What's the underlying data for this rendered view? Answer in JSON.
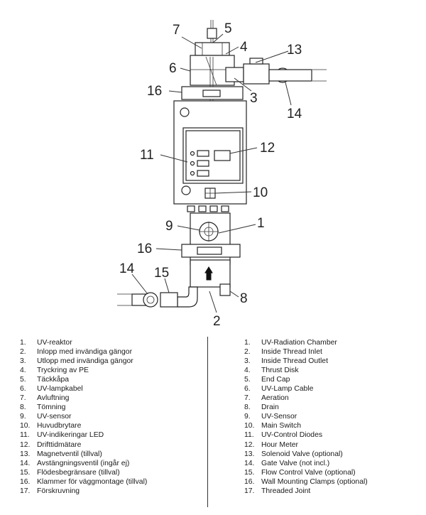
{
  "callouts": [
    {
      "id": "c7",
      "text": "7"
    },
    {
      "id": "c5",
      "text": "5"
    },
    {
      "id": "c4",
      "text": "4"
    },
    {
      "id": "c13",
      "text": "13"
    },
    {
      "id": "c6",
      "text": "6"
    },
    {
      "id": "c3",
      "text": "3"
    },
    {
      "id": "c16a",
      "text": "16"
    },
    {
      "id": "c14a",
      "text": "14"
    },
    {
      "id": "c11",
      "text": "11"
    },
    {
      "id": "c12",
      "text": "12"
    },
    {
      "id": "c10",
      "text": "10"
    },
    {
      "id": "c9",
      "text": "9"
    },
    {
      "id": "c1",
      "text": "1"
    },
    {
      "id": "c16b",
      "text": "16"
    },
    {
      "id": "c14b",
      "text": "14"
    },
    {
      "id": "c15",
      "text": "15"
    },
    {
      "id": "c8",
      "text": "8"
    },
    {
      "id": "c2",
      "text": "2"
    }
  ],
  "legend_swedish": [
    {
      "num": "1.",
      "label": "UV-reaktor"
    },
    {
      "num": "2.",
      "label": "Inlopp med invändiga gängor"
    },
    {
      "num": "3.",
      "label": "Utlopp med invändiga gängor"
    },
    {
      "num": "4.",
      "label": "Tryckring av PE"
    },
    {
      "num": "5.",
      "label": "Täckkåpa"
    },
    {
      "num": "6.",
      "label": "UV-lampkabel"
    },
    {
      "num": "7.",
      "label": "Avluftning"
    },
    {
      "num": "8.",
      "label": "Tömning"
    },
    {
      "num": "9.",
      "label": "UV-sensor"
    },
    {
      "num": "10.",
      "label": "Huvudbrytare"
    },
    {
      "num": "11.",
      "label": "UV-indikeringar LED"
    },
    {
      "num": "12.",
      "label": "Drifttidmätare"
    },
    {
      "num": "13.",
      "label": "Magnetventil (tillval)"
    },
    {
      "num": "14.",
      "label": "Avstängningsventil (ingår ej)"
    },
    {
      "num": "15.",
      "label": "Flödesbegränsare (tillval)"
    },
    {
      "num": "16.",
      "label": "Klammer för väggmontage (tillval)"
    },
    {
      "num": "17.",
      "label": "Förskruvning"
    }
  ],
  "legend_english": [
    {
      "num": "1.",
      "label": "UV-Radiation Chamber"
    },
    {
      "num": "2.",
      "label": "Inside Thread Inlet"
    },
    {
      "num": "3.",
      "label": "Inside Thread Outlet"
    },
    {
      "num": "4.",
      "label": "Thrust Disk"
    },
    {
      "num": "5.",
      "label": "End Cap"
    },
    {
      "num": "6.",
      "label": "UV-Lamp Cable"
    },
    {
      "num": "7.",
      "label": "Aeration"
    },
    {
      "num": "8.",
      "label": "Drain"
    },
    {
      "num": "9.",
      "label": "UV-Sensor"
    },
    {
      "num": "10.",
      "label": "Main Switch"
    },
    {
      "num": "11.",
      "label": "UV-Control Diodes"
    },
    {
      "num": "12.",
      "label": "Hour Meter"
    },
    {
      "num": "13.",
      "label": "Solenoid Valve (optional)"
    },
    {
      "num": "14.",
      "label": "Gate Valve (not incl.)"
    },
    {
      "num": "15.",
      "label": "Flow Control Valve (optional)"
    },
    {
      "num": "16.",
      "label": "Wall Mounting Clamps (optional)"
    },
    {
      "num": "17.",
      "label": "Threaded Joint"
    }
  ]
}
